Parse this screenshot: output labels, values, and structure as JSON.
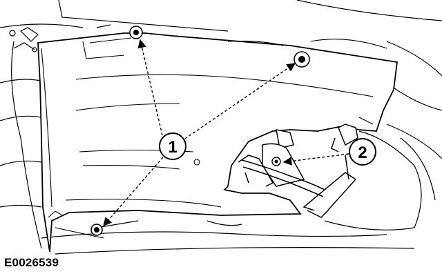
{
  "figure": {
    "id": "E0026539",
    "colors": {
      "line": "#000000",
      "background": "#ffffff"
    }
  },
  "callouts": [
    {
      "label": "1"
    },
    {
      "label": "2"
    }
  ]
}
